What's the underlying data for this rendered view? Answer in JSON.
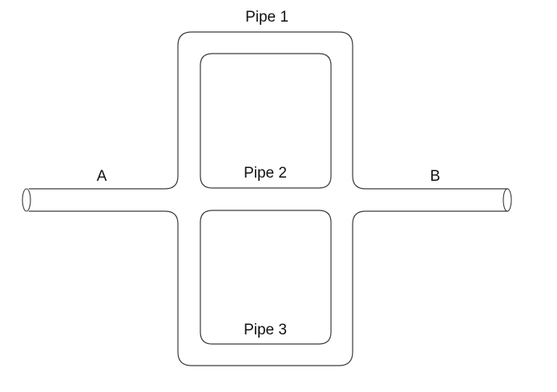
{
  "diagram": {
    "labels": {
      "pipe1": "Pipe 1",
      "pipe2": "Pipe 2",
      "pipe3": "Pipe 3",
      "a": "A",
      "b": "B"
    },
    "colors": {
      "line": "#3a3a3a",
      "text": "#111111",
      "background": "#ffffff"
    }
  }
}
